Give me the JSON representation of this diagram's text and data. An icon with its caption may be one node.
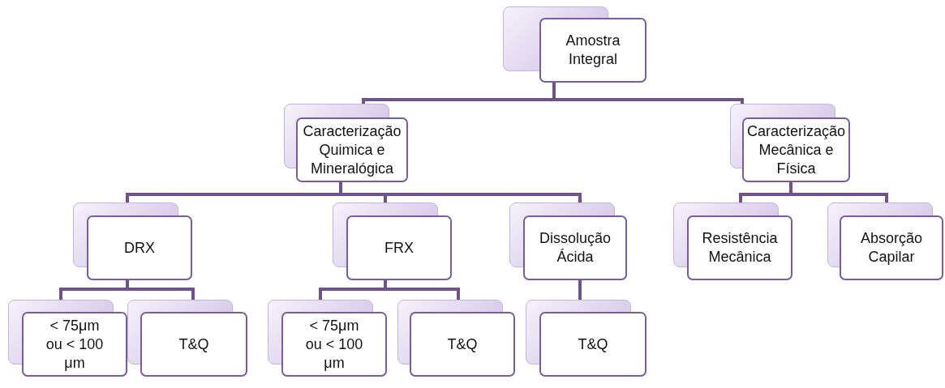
{
  "diagram": {
    "nodes": [
      {
        "text": [
          "Amostra Integral"
        ]
      },
      {
        "text": [
          "Caracterização Quimica e Mineralógica"
        ]
      },
      {
        "text": [
          "Caracterização Mecânica e Física"
        ]
      },
      {
        "text": [
          "DRX"
        ]
      },
      {
        "text": [
          "FRX"
        ]
      },
      {
        "text": [
          "Dissolução Ácida"
        ]
      },
      {
        "text": [
          "Resistência Mecânica"
        ]
      },
      {
        "text": [
          "Absorção Capilar"
        ]
      },
      {
        "text": [
          "< 75μm ou < 100 μm"
        ]
      },
      {
        "text": [
          "T&Q"
        ]
      },
      {
        "text": [
          "< 75μm ou < 100 μm"
        ]
      },
      {
        "text": [
          "T&Q"
        ]
      },
      {
        "text": [
          "T&Q"
        ]
      }
    ],
    "edges": [
      {
        "from": 0,
        "to": 1,
        "arrow": "none"
      },
      {
        "from": 0,
        "to": 2,
        "arrow": "none"
      },
      {
        "from": 1,
        "to": 3,
        "arrow": "none"
      },
      {
        "from": 1,
        "to": 4,
        "arrow": "none"
      },
      {
        "from": 1,
        "to": 5,
        "arrow": "none"
      },
      {
        "from": 2,
        "to": 6,
        "arrow": "none"
      },
      {
        "from": 2,
        "to": 7,
        "arrow": "none"
      },
      {
        "from": 3,
        "to": 8,
        "arrow": "none"
      },
      {
        "from": 3,
        "to": 9,
        "arrow": "none"
      },
      {
        "from": 4,
        "to": 10,
        "arrow": "none"
      },
      {
        "from": 4,
        "to": 11,
        "arrow": "none"
      },
      {
        "from": 5,
        "to": 12,
        "arrow": "none"
      }
    ]
  }
}
